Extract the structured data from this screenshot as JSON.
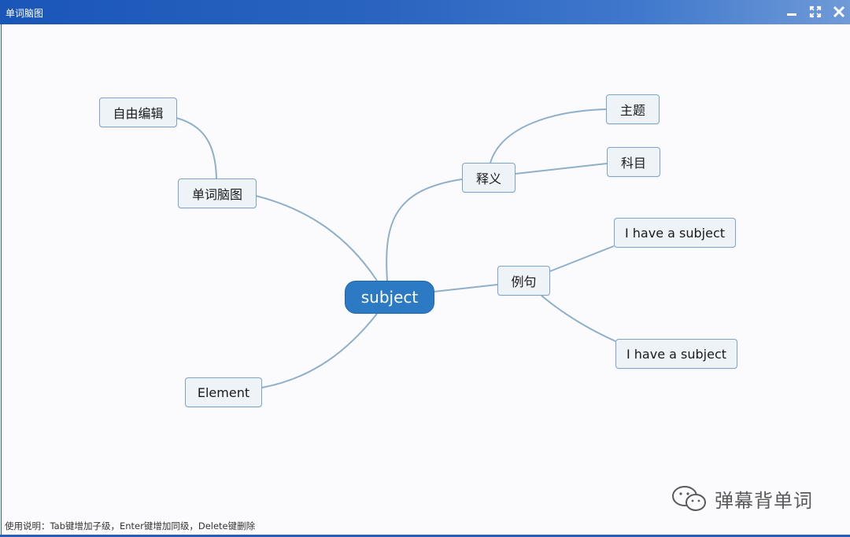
{
  "window": {
    "title": "单词脑图",
    "icons": [
      "minimize-icon",
      "maximize-icon",
      "close-icon"
    ]
  },
  "mindmap": {
    "root": "subject",
    "nodes": {
      "free_edit": "自由编辑",
      "word_map": "单词脑图",
      "meaning": "释义",
      "topic": "主题",
      "subject_course": "科目",
      "example": "例句",
      "example1": "I have a subject",
      "example2": "I have a subject",
      "element": "Element"
    }
  },
  "status_bar": {
    "instructions": "使用说明：Tab键增加子级，Enter键增加同级，Delete键删除"
  },
  "watermark": {
    "text": "弹幕背单词",
    "icon": "wechat-icon"
  },
  "colors": {
    "titlebar": "#1a56b8",
    "root_node": "#2c7ac4",
    "node_bg": "#eef3f8",
    "node_border": "#7ea4c8",
    "link": "#8fb0c8"
  }
}
